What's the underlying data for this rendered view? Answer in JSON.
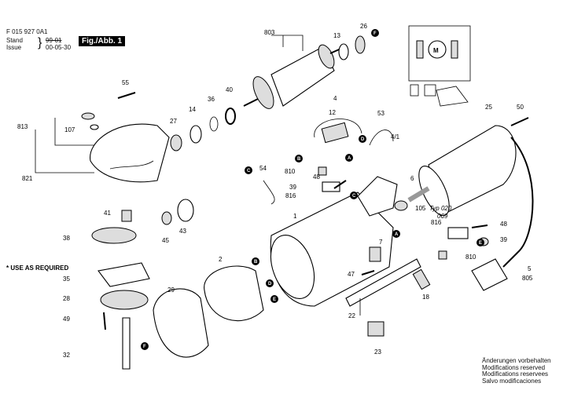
{
  "header": {
    "doc_number": "F 015 927 0A1",
    "stand_label": "Stand",
    "issue_label": "Issue",
    "stand_date": "99-01",
    "issue_date": "00-05-30",
    "figure_label": "Fig./Abb. 1"
  },
  "labels": [
    "803",
    "13",
    "26",
    "55",
    "813",
    "107",
    "821",
    "27",
    "14",
    "36",
    "40",
    "4",
    "12",
    "53",
    "4/1",
    "54",
    "810",
    "39",
    "48",
    "816",
    "6",
    "105",
    "Typ 020",
    "069",
    "25",
    "50",
    "41",
    "43",
    "45",
    "38",
    "* USE AS REQUIRED",
    "35",
    "28",
    "49",
    "32",
    "2",
    "29",
    "1",
    "816",
    "48",
    "39",
    "810",
    "7",
    "47",
    "18",
    "22",
    "23",
    "5",
    "805"
  ],
  "connectors": [
    "F",
    "B",
    "C",
    "D",
    "A",
    "C",
    "B",
    "D",
    "E",
    "F",
    "A",
    "E"
  ],
  "notes": [
    "Änderungen vorbehalten",
    "Modifications reserved",
    "Modifications reservees",
    "Salvo modificaciones"
  ]
}
